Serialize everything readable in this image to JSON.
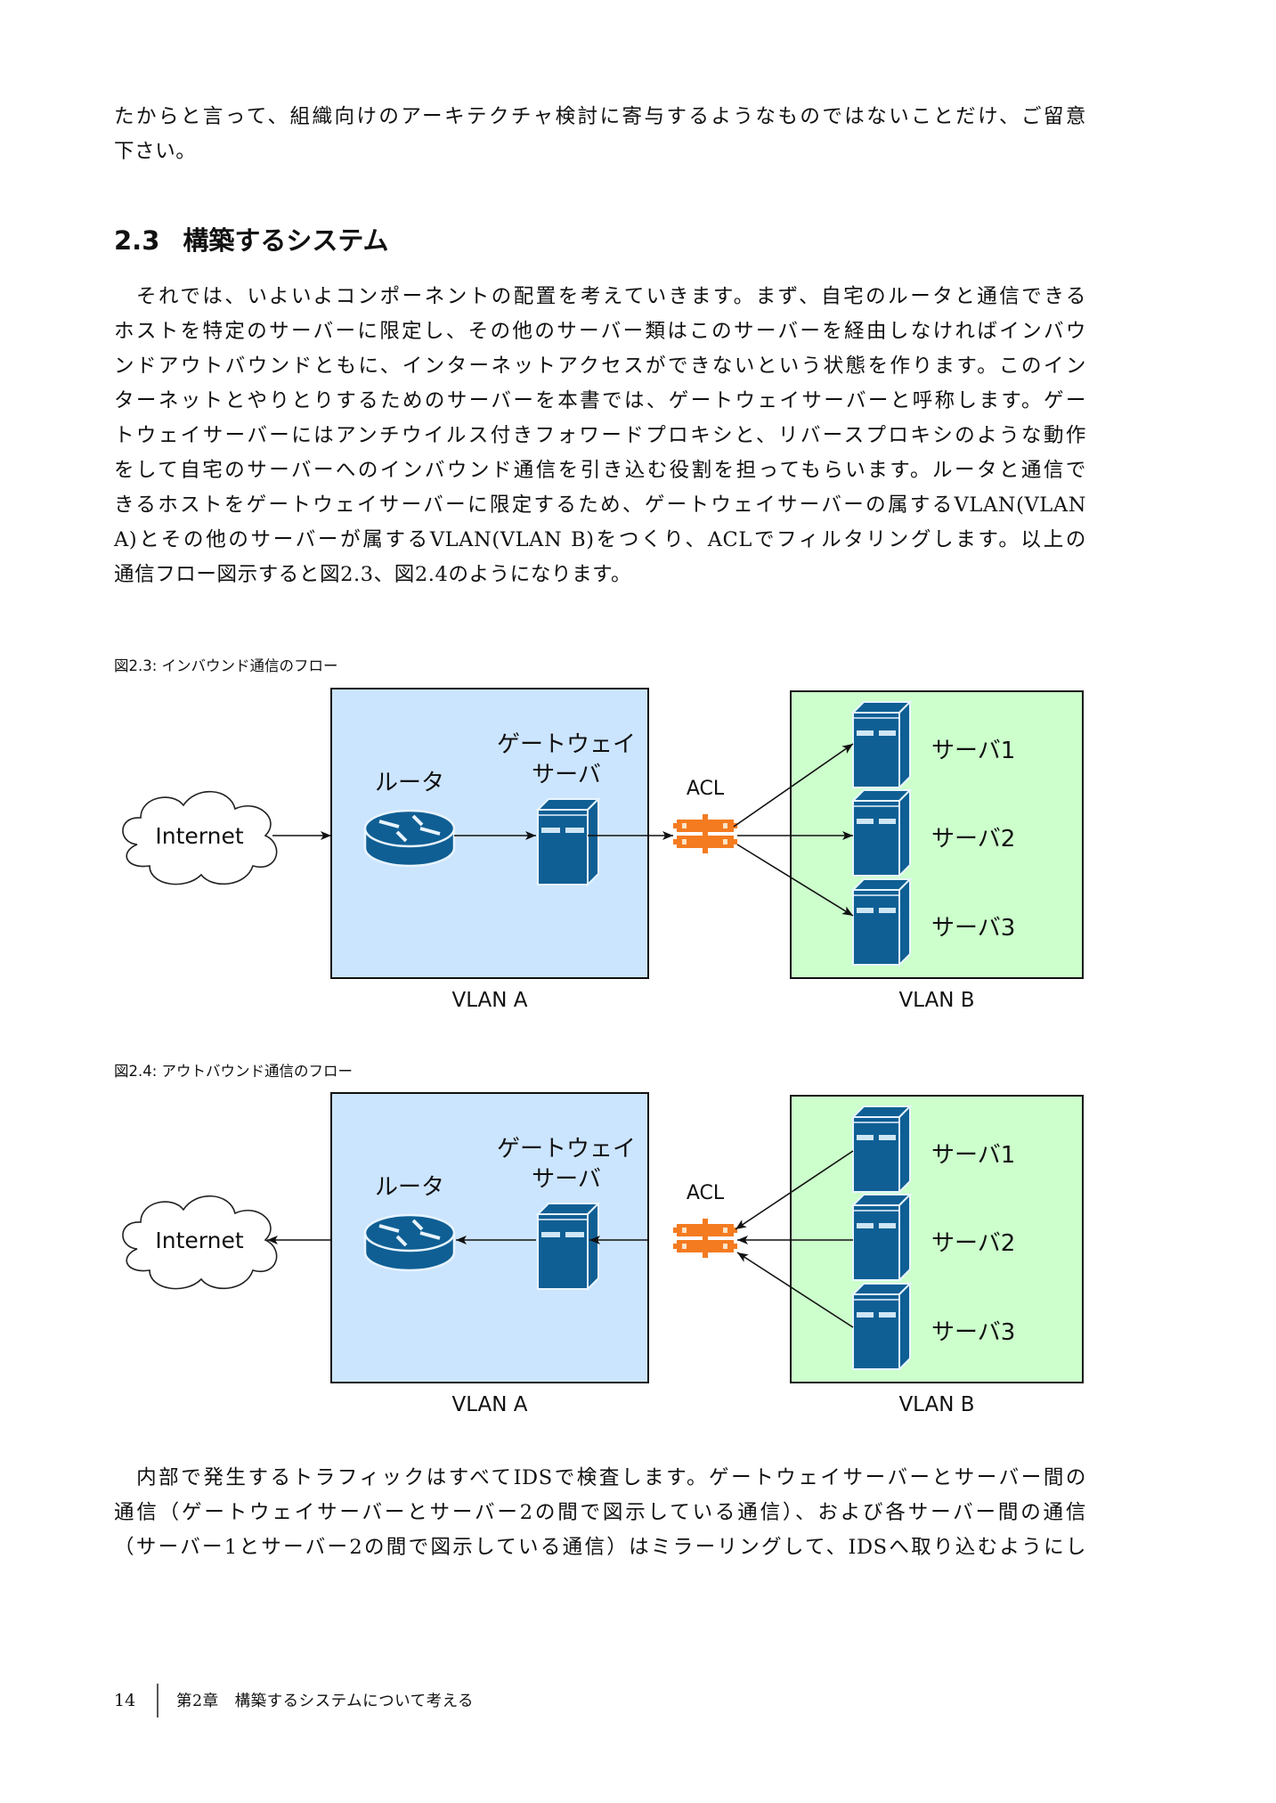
{
  "intro_lines": [
    "たからと言って、組織向けのアーキテクチャ検討に寄与するようなものではないことだけ、ご留意",
    "下さい。"
  ],
  "section": {
    "number": "2.3",
    "title": "構築するシステム"
  },
  "paragraph1_lines": [
    "　それでは、いよいよコンポーネントの配置を考えていきます。まず、自宅のルータと通信できる",
    "ホストを特定のサーバーに限定し、その他のサーバー類はこのサーバーを経由しなければインバウ",
    "ンドアウトバウンドともに、インターネットアクセスができないという状態を作ります。このイン",
    "ターネットとやりとりするためのサーバーを本書では、ゲートウェイサーバーと呼称します。ゲー",
    "トウェイサーバーにはアンチウイルス付きフォワードプロキシと、リバースプロキシのような動作",
    "をして自宅のサーバーへのインバウンド通信を引き込む役割を担ってもらいます。ルータと通信で",
    "きるホストをゲートウェイサーバーに限定するため、ゲートウェイサーバーの属するVLAN(VLAN",
    "A)とその他のサーバーが属するVLAN(VLAN B)をつくり、ACLでフィルタリングします。以上の",
    "通信フロー図示すると図2.3、図2.4のようになります。"
  ],
  "figures": [
    {
      "caption": "図2.3: インバウンド通信のフロー",
      "direction": "inbound",
      "internet_label": "Internet",
      "router_label": "ルータ",
      "gateway_label_line1": "ゲートウェイ",
      "gateway_label_line2": "サーバ",
      "acl_label": "ACL",
      "servers": [
        "サーバ1",
        "サーバ2",
        "サーバ3"
      ],
      "vlan_a_label": "VLAN  A",
      "vlan_b_label": "VLAN  B"
    },
    {
      "caption": "図2.4: アウトバウンド通信のフロー",
      "direction": "outbound",
      "internet_label": "Internet",
      "router_label": "ルータ",
      "gateway_label_line1": "ゲートウェイ",
      "gateway_label_line2": "サーバ",
      "acl_label": "ACL",
      "servers": [
        "サーバ1",
        "サーバ2",
        "サーバ3"
      ],
      "vlan_a_label": "VLAN  A",
      "vlan_b_label": "VLAN  B"
    }
  ],
  "paragraph2_lines": [
    "　内部で発生するトラフィックはすべてIDSで検査します。ゲートウェイサーバーとサーバー間の",
    "通信（ゲートウェイサーバーとサーバー2の間で図示している通信）、および各サーバー間の通信",
    "（サーバー1とサーバー2の間で図示している通信）はミラーリングして、IDSへ取り込むようにし"
  ],
  "footer": {
    "page_number": "14",
    "chapter": "第2章　構築するシステムについて考える"
  },
  "colors": {
    "vlan_a_fill": "#cce5ff",
    "vlan_b_fill": "#ccffcc",
    "device_blue": "#0f5f94",
    "acl_orange": "#f47b20"
  }
}
